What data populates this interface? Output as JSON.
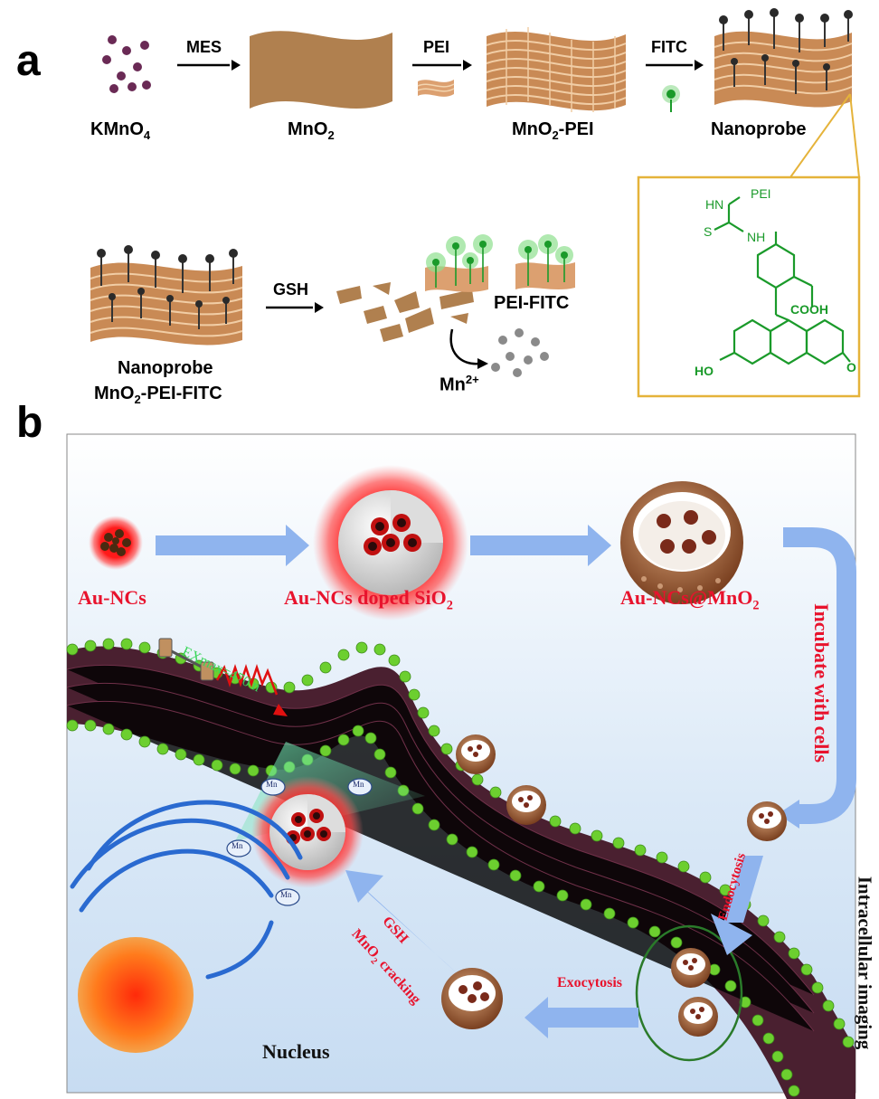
{
  "panel_a": {
    "letter": "a",
    "reagents": {
      "r1": "KMnO",
      "r1_sub": "4",
      "r2": "MnO",
      "r2_sub": "2",
      "r3": "MnO",
      "r3_sub": "2",
      "r3_tail": "-PEI",
      "r4": "Nanoprobe"
    },
    "arrows": {
      "a1": "MES",
      "a2": "PEI",
      "a3": "FITC",
      "a4": "GSH"
    },
    "nanoprobe2": {
      "line1": "Nanoprobe",
      "line2_a": "MnO",
      "line2_sub": "2",
      "line2_b": "-PEI-FITC"
    },
    "products": {
      "pei_fitc": "PEI-FITC",
      "mn": "Mn",
      "mn_sup": "2+"
    },
    "structure": {
      "pei": "PEI",
      "hn": "HN",
      "nh": "NH",
      "s": "S",
      "cooh": "COOH",
      "ho": "HO",
      "o": "O"
    }
  },
  "panel_b": {
    "letter": "b",
    "au_ncs": "Au-NCs",
    "doped_a": "Au-NCs doped SiO",
    "doped_sub": "2",
    "mno2_a": "Au-NCs@MnO",
    "mno2_sub": "2",
    "incubate": "Incubate with cells",
    "exmax": "EXmax=470 n",
    "endocytosis": "Endocytosis",
    "exocytosis": "Exocytosis",
    "gsh": "GSH",
    "cracking_a": "MnO",
    "cracking_sub": "2",
    "cracking_b": " cracking",
    "intracellular": "Intracellular imaging",
    "nucleus": "Nucleus",
    "mn_ion": "Mn"
  },
  "colors": {
    "mno2": "#b0804f",
    "fitc": "#1a9a2a",
    "red": "#e8132d",
    "arrow_blue": "#8fb4ee",
    "membrane": "#4a2030",
    "bead": "#6ccf2f",
    "struct_box": "#e5b33a"
  }
}
